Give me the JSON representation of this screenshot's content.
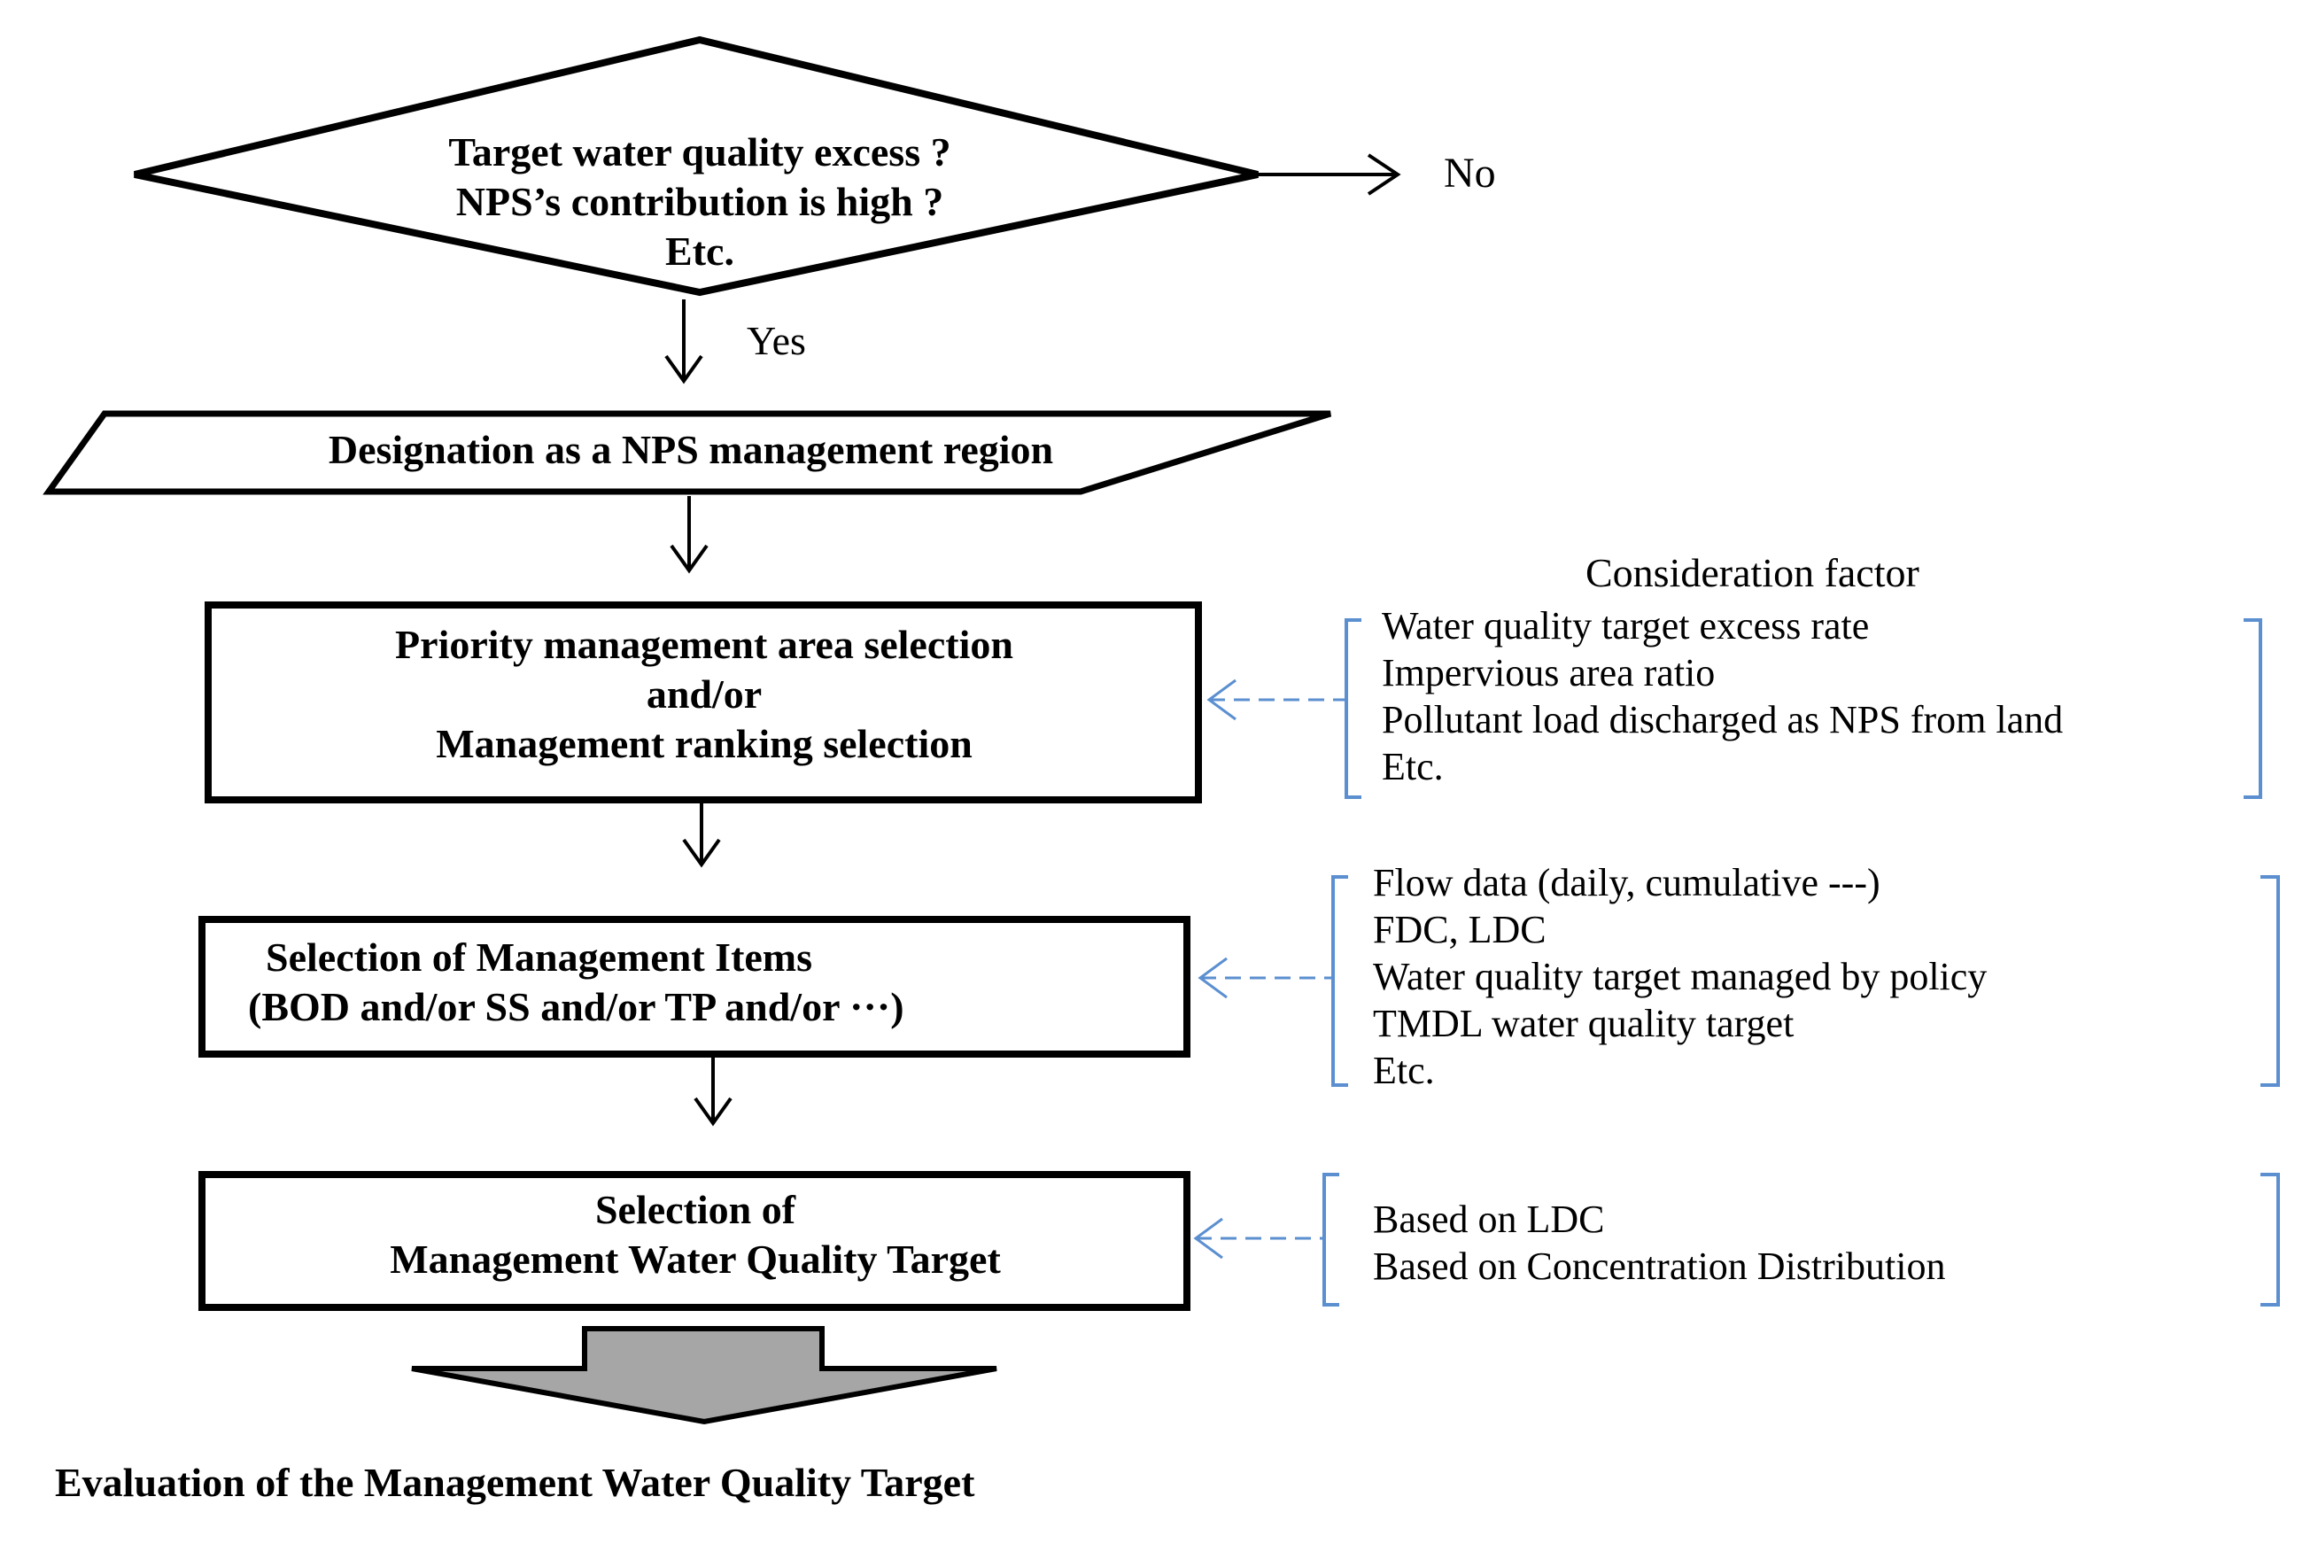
{
  "decision": {
    "lines": [
      "Target water quality excess ?",
      "NPS’s contribution is high ?",
      "Etc."
    ],
    "no_label": "No",
    "yes_label": "Yes"
  },
  "designation": {
    "label": "Designation as a NPS management region"
  },
  "priority": {
    "lines": [
      "Priority management area selection",
      "and/or",
      "Management ranking selection"
    ]
  },
  "items": {
    "lines": [
      "Selection of Management Items",
      "(BOD and/or  SS and/or TP  and/or ···)"
    ]
  },
  "target": {
    "lines": [
      "Selection of",
      "Management Water Quality Target"
    ]
  },
  "evaluation": {
    "label": "Evaluation of the Management Water Quality Target"
  },
  "consideration": {
    "title": "Consideration factor",
    "factors": [
      "Water quality target excess rate",
      "Impervious area ratio",
      "Pollutant load discharged as NPS from land",
      "Etc."
    ]
  },
  "items_factors": [
    "Flow data (daily, cumulative ---)",
    "FDC, LDC",
    "Water quality target managed by policy",
    "TMDL water quality target",
    "Etc."
  ],
  "target_factors": [
    "Based on LDC",
    "Based on Concentration Distribution"
  ],
  "colors": {
    "line": "#000000",
    "bracket": "#5b8fd0",
    "big_arrow": "#a6a6a6"
  }
}
